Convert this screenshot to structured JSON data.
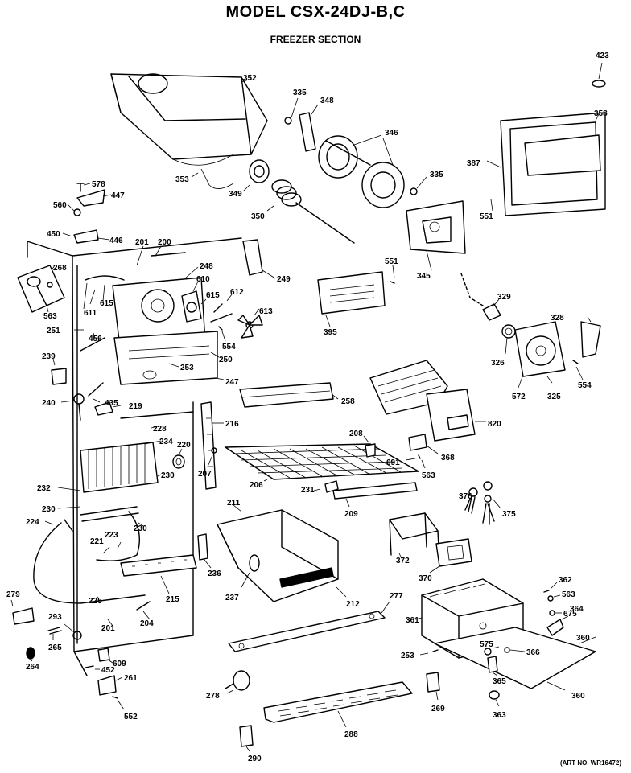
{
  "header": {
    "title": "MODEL CSX-24DJ-B,C",
    "subtitle": "FREEZER SECTION"
  },
  "footer": {
    "art_number": "(ART NO. WR16472)"
  },
  "part_numbers": {
    "p352": "352",
    "p335a": "335",
    "p348": "348",
    "p346": "346",
    "p335b": "335",
    "p423": "423",
    "p358": "358",
    "p387": "387",
    "p551a": "551",
    "p353": "353",
    "p349": "349",
    "p350": "350",
    "p345": "345",
    "p578": "578",
    "p447": "447",
    "p560": "560",
    "p450": "450",
    "p446": "446",
    "p201a": "201",
    "p200": "200",
    "p249": "249",
    "p551b": "551",
    "p268": "268",
    "p248": "248",
    "p610": "610",
    "p615a": "615",
    "p615b": "615",
    "p612": "612",
    "p611": "611",
    "p563a": "563",
    "p613": "613",
    "p554a": "554",
    "p251": "251",
    "p456": "456",
    "p250": "250",
    "p395": "395",
    "p329": "329",
    "p328": "328",
    "p326": "326",
    "p554b": "554",
    "p239": "239",
    "p253a": "253",
    "p247": "247",
    "p572": "572",
    "p325": "325",
    "p240": "240",
    "p435": "435",
    "p219": "219",
    "p258": "258",
    "p820": "820",
    "p228": "228",
    "p216": "216",
    "p234": "234",
    "p220": "220",
    "p208": "208",
    "p368": "368",
    "p207": "207",
    "p691": "691",
    "p563b": "563",
    "p206": "206",
    "p230a": "230",
    "p232": "232",
    "p231": "231",
    "p209": "209",
    "p376": "376",
    "p375": "375",
    "p230b": "230",
    "p224": "224",
    "p211": "211",
    "p230c": "230",
    "p221": "221",
    "p223": "223",
    "p372": "372",
    "p370": "370",
    "p236": "236",
    "p237": "237",
    "p212": "212",
    "p225": "225",
    "p215": "215",
    "p362": "362",
    "p563c": "563",
    "p675": "675",
    "p364": "364",
    "p277": "277",
    "p279": "279",
    "p361": "361",
    "p293": "293",
    "p201b": "201",
    "p204": "204",
    "p360a": "360",
    "p265": "265",
    "p575": "575",
    "p366": "366",
    "p253b": "253",
    "p264": "264",
    "p609": "609",
    "p452": "452",
    "p261": "261",
    "p365": "365",
    "p278": "278",
    "p269": "269",
    "p360b": "360",
    "p552": "552",
    "p363": "363",
    "p288": "288",
    "p290": "290"
  }
}
